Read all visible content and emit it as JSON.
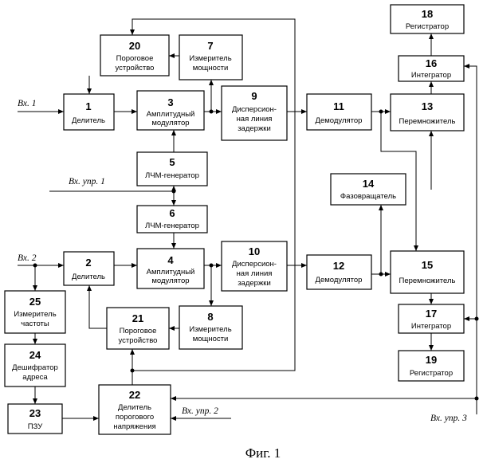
{
  "blocks": {
    "b1": {
      "num": "1",
      "lines": [
        "Делитель"
      ]
    },
    "b2": {
      "num": "2",
      "lines": [
        "Делитель"
      ]
    },
    "b3": {
      "num": "3",
      "lines": [
        "Амплитудный",
        "модулятор"
      ]
    },
    "b4": {
      "num": "4",
      "lines": [
        "Амплитудный",
        "модулятор"
      ]
    },
    "b5": {
      "num": "5",
      "lines": [
        "ЛЧМ-генератор"
      ]
    },
    "b6": {
      "num": "6",
      "lines": [
        "ЛЧМ-генератор"
      ]
    },
    "b7": {
      "num": "7",
      "lines": [
        "Измеритель",
        "мощности"
      ]
    },
    "b8": {
      "num": "8",
      "lines": [
        "Измеритель",
        "мощности"
      ]
    },
    "b9": {
      "num": "9",
      "lines": [
        "Дисперсион-",
        "ная линия",
        "задержки"
      ]
    },
    "b10": {
      "num": "10",
      "lines": [
        "Дисперсион-",
        "ная линия",
        "задержки"
      ]
    },
    "b11": {
      "num": "11",
      "lines": [
        "Демодулятор"
      ]
    },
    "b12": {
      "num": "12",
      "lines": [
        "Демодулятор"
      ]
    },
    "b13": {
      "num": "13",
      "lines": [
        "Перемножитель"
      ]
    },
    "b14": {
      "num": "14",
      "lines": [
        "Фазовращатель"
      ]
    },
    "b15": {
      "num": "15",
      "lines": [
        "Перемножитель"
      ]
    },
    "b16": {
      "num": "16",
      "lines": [
        "Интегратор"
      ]
    },
    "b17": {
      "num": "17",
      "lines": [
        "Интегратор"
      ]
    },
    "b18": {
      "num": "18",
      "lines": [
        "Регистратор"
      ]
    },
    "b19": {
      "num": "19",
      "lines": [
        "Регистратор"
      ]
    },
    "b20": {
      "num": "20",
      "lines": [
        "Пороговое",
        "устройство"
      ]
    },
    "b21": {
      "num": "21",
      "lines": [
        "Пороговое",
        "устройство"
      ]
    },
    "b22": {
      "num": "22",
      "lines": [
        "Делитель",
        "порогового",
        "напряжения"
      ]
    },
    "b23": {
      "num": "23",
      "lines": [
        "ПЗУ"
      ]
    },
    "b24": {
      "num": "24",
      "lines": [
        "Дешифратор",
        "адреса"
      ]
    },
    "b25": {
      "num": "25",
      "lines": [
        "Измеритель",
        "частоты"
      ]
    }
  },
  "inputs": {
    "vx1": "Вх. 1",
    "vx2": "Вх. 2",
    "vx_upr1": "Вх. упр. 1",
    "vx_upr2": "Вх. упр. 2",
    "vx_upr3": "Вх. упр. 3"
  },
  "caption": "Фиг. 1"
}
